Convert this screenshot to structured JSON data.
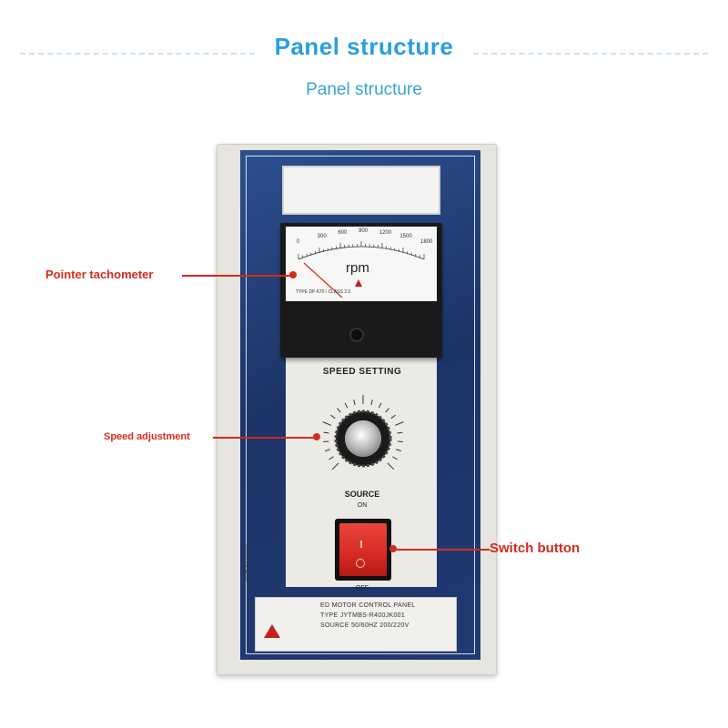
{
  "header": {
    "title": "Panel structure",
    "subtitle": "Panel structure"
  },
  "meter": {
    "scale_labels": [
      "0",
      "300",
      "600",
      "900",
      "1200",
      "1500",
      "1800"
    ],
    "unit": "rpm",
    "type_text": "TYPE DP-670 / CLASS 2.5"
  },
  "panel": {
    "speed_setting": "SPEED SETTING",
    "source": "SOURCE",
    "on": "ON",
    "off": "OFF"
  },
  "plate": {
    "line1": "ED MOTOR CONTROL PANEL",
    "line2": "TYPE JYTMBS-R400JK001",
    "line3": "SOURCE 50/60HZ 200/220V",
    "side_code": "3X04S0202070"
  },
  "callouts": {
    "tachometer": "Pointer tachometer",
    "speed": "Speed adjustment",
    "switch": "Switch button"
  },
  "colors": {
    "accent": "#2a9fdc",
    "callout": "#d42b1e",
    "panel": "#233f7a",
    "switch": "#d62a22"
  }
}
